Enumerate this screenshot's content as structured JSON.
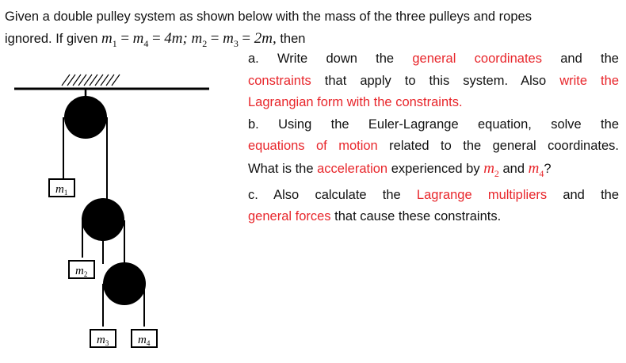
{
  "intro": {
    "line1": "Given a double pulley system as shown below with the mass of the three pulleys and ropes",
    "line2_prefix": "ignored. If given",
    "equation": {
      "m1": "m",
      "sub1": "1",
      "eq1": "=",
      "m4": "m",
      "sub4": "4",
      "eq2": "=",
      "val1": "4m;",
      "m2": "m",
      "sub2": "2",
      "eq3": "=",
      "m3": "m",
      "sub3": "3",
      "eq4": "=",
      "val2": "2m,"
    },
    "line2_suffix": "then"
  },
  "question_a": {
    "w1": "a.",
    "w2": "Write",
    "w3": "down",
    "w4": "the",
    "w5": "general",
    "w6": "coordinates",
    "w7": "and",
    "w8": "the",
    "l2_red1": "constraints",
    "l2_black": " that apply to this system. Also ",
    "l2_red2": "write the",
    "l3_red": "Lagrangian form with the constraints",
    "l3_end": "."
  },
  "question_b": {
    "l1": "b. Using the Euler-Lagrange equation, solve the",
    "l2_red": "equations of motion",
    "l2_black": " related to the general coordinates.",
    "l3_a": "What is the ",
    "l3_red": "acceleration",
    "l3_b": " experienced by ",
    "m2": "m",
    "sub2": "2",
    "and": " and ",
    "m4": "m",
    "sub4": "4",
    "q": "?"
  },
  "question_c": {
    "w1": "c.",
    "w2": "Also",
    "w3": "calculate",
    "w4": "the",
    "w5_red": "Lagrange multipliers",
    "w6": "and",
    "w7": "the",
    "l2_red": "general forces",
    "l2_black": " that cause these constraints."
  },
  "diagram": {
    "m1_label": "m",
    "m1_sub": "1",
    "m2_label": "m",
    "m2_sub": "2",
    "m3_label": "m",
    "m3_sub": "3",
    "m4_label": "m",
    "m4_sub": "4",
    "colors": {
      "ink": "#000000",
      "paper": "#ffffff"
    }
  }
}
